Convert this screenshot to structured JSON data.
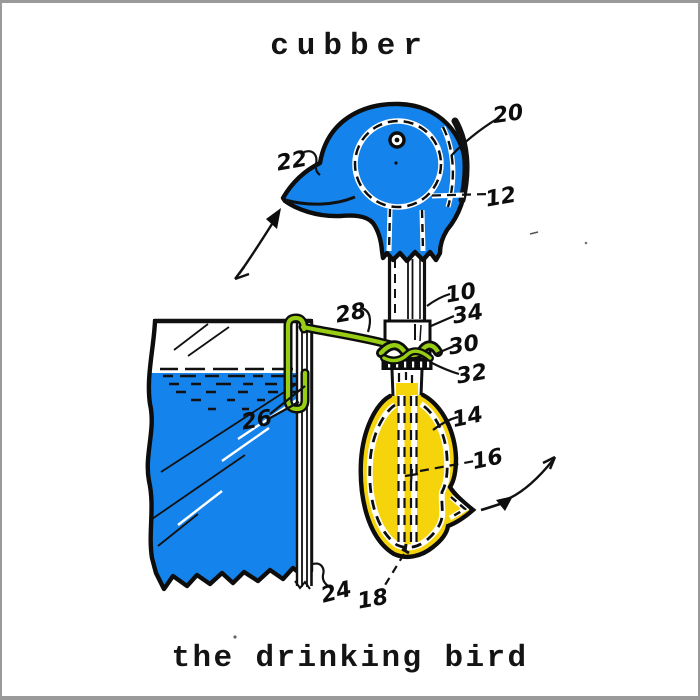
{
  "header": {
    "artist": "cubber"
  },
  "footer": {
    "album_title": "the drinking bird"
  },
  "figure": {
    "description": "patent-style cutaway drawing of a drinking bird toy dipping toward a glass of water",
    "reference_numerals": [
      "20",
      "22",
      "12",
      "10",
      "34",
      "30",
      "32",
      "28",
      "26",
      "14",
      "16",
      "24",
      "18"
    ]
  },
  "colors": {
    "duck_blue": "#1583ec",
    "bulb_yellow": "#f5d40b",
    "wire_green": "#97ce13",
    "line_black": "#0d0d0d",
    "frame_gray": "#9a9a9a",
    "paper_white": "#ffffff"
  }
}
